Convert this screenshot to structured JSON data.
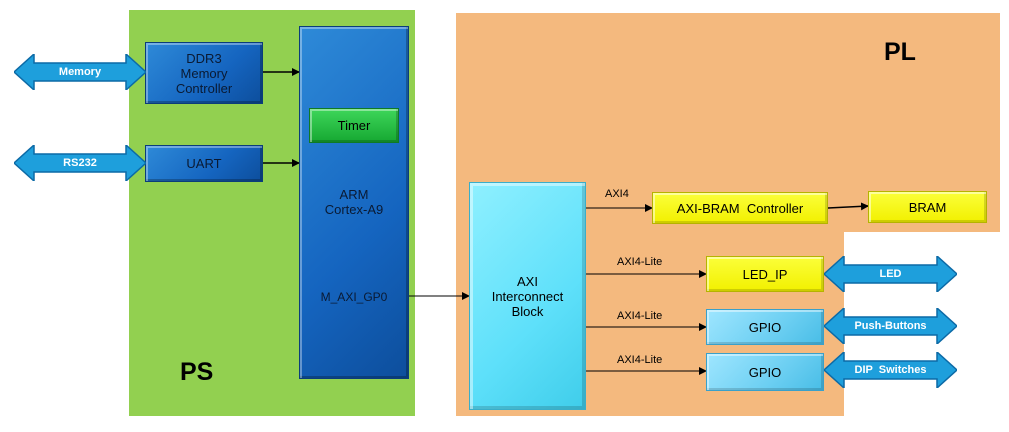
{
  "ps": {
    "label": "PS",
    "color": "#92d050"
  },
  "pl": {
    "label": "PL",
    "color": "#f4b97e"
  },
  "blocks": {
    "ddr3": [
      "DDR3",
      "Memory",
      "Controller"
    ],
    "uart": "UART",
    "arm": [
      "ARM",
      "Cortex-A9"
    ],
    "m_axi": "M_AXI_GP0",
    "timer": "Timer",
    "axi": [
      "AXI",
      "Interconnect",
      "Block"
    ],
    "bram_ctrl": "AXI-BRAM  Controller",
    "bram": "BRAM",
    "led_ip": "LED_IP",
    "gpio1": "GPIO",
    "gpio2": "GPIO"
  },
  "ext": {
    "memory": "Memory",
    "rs232": "RS232",
    "led": "LED",
    "push_buttons": "Push-Buttons",
    "dip_switches": "DIP  Switches"
  },
  "wires": {
    "axi4": "AXI4",
    "axi4_lite_1": "AXI4-Lite",
    "axi4_lite_2": "AXI4-Lite",
    "axi4_lite_3": "AXI4-Lite"
  },
  "colors": {
    "arrow_fill": "#1e9fdc",
    "arrow_stroke": "#0c6aa6",
    "block_blue": "#1565c0",
    "block_yellow": "#f2f000",
    "block_cyan": "#5ee0fa",
    "block_green": "#16a832"
  }
}
